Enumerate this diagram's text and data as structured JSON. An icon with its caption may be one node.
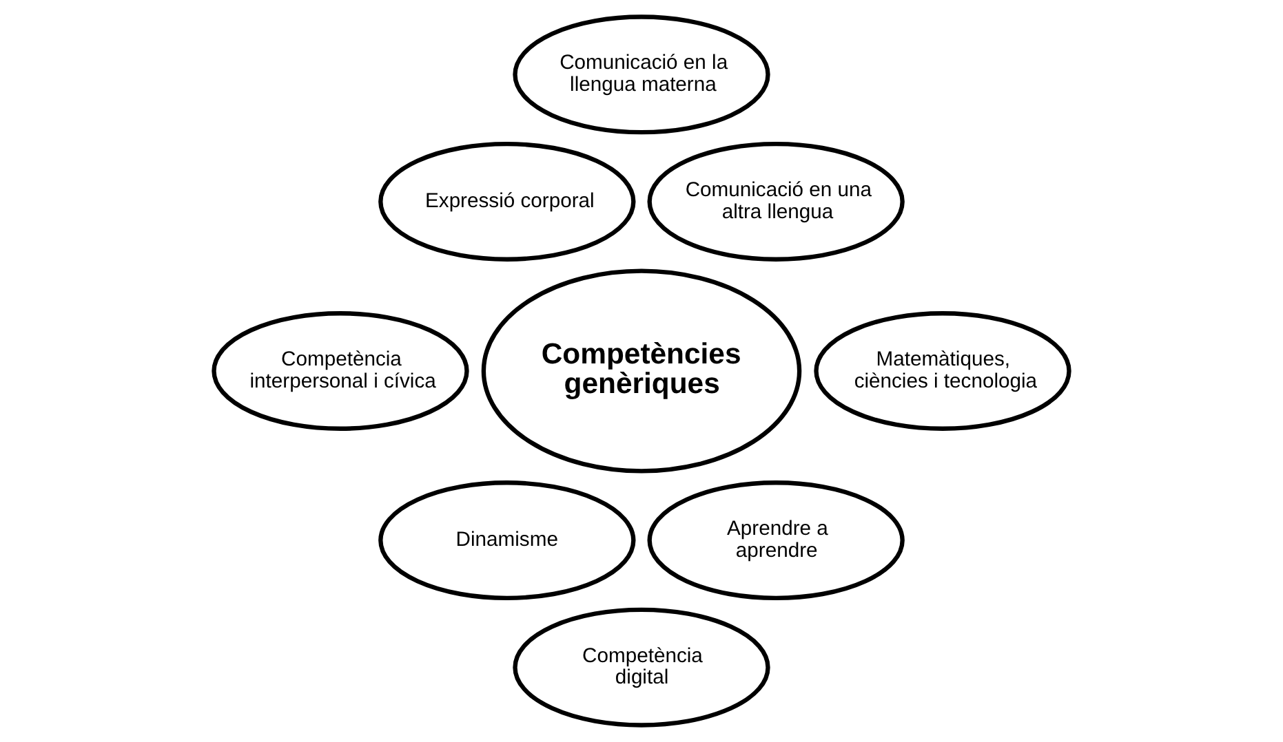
{
  "diagram": {
    "nodes": [
      {
        "text": [
          "Comunicació en la llengua materna"
        ]
      },
      {
        "text": [
          "Expressió corporal"
        ]
      },
      {
        "text": [
          "Comunicació en una altra llengua"
        ]
      },
      {
        "text": [
          "Competència interpersonal i cívica"
        ]
      },
      {
        "text": [
          "Competències genèriques"
        ]
      },
      {
        "text": [
          "Matemàtiques, ciències i tecnologia"
        ]
      },
      {
        "text": [
          "Dinamisme"
        ]
      },
      {
        "text": [
          "Aprendre a aprendre"
        ]
      },
      {
        "text": [
          "Competència digital"
        ]
      }
    ],
    "edges": []
  }
}
